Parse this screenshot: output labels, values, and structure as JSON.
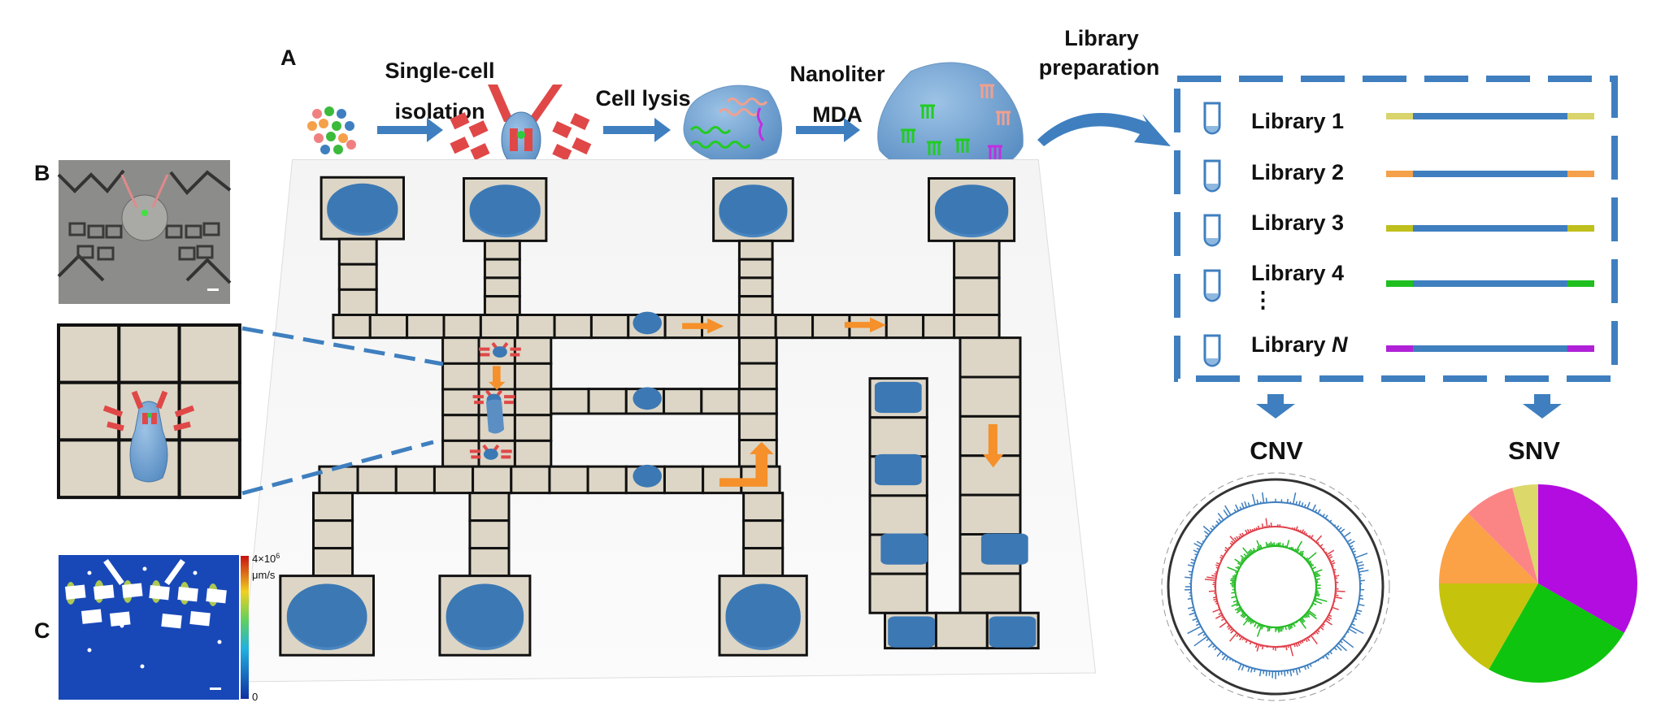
{
  "panels": {
    "a": "A",
    "b": "B",
    "c": "C"
  },
  "workflow": {
    "step1_line1": "Single-cell",
    "step1_line2": "isolation",
    "step2": "Cell lysis",
    "step3_line1": "Nanoliter",
    "step3_line2": "MDA",
    "step4_line1": "Library",
    "step4_line2": "preparation"
  },
  "libraries": [
    {
      "label": "Library 1",
      "end_color": "#d9d46c"
    },
    {
      "label": "Library 2",
      "end_color": "#f5a04a"
    },
    {
      "label": "Library 3",
      "end_color": "#bfbf1e"
    },
    {
      "label": "Library 4",
      "end_color": "#1fbf1f"
    },
    {
      "label_prefix": "Library ",
      "label_italic": "N",
      "end_color": "#b021d8"
    }
  ],
  "ellipsis": "⋮",
  "analysis": {
    "cnv": "CNV",
    "snv": "SNV"
  },
  "colorbar": {
    "max_base": "4×10",
    "max_exp": "6",
    "unit": "μm/s",
    "min": "0"
  },
  "snv_pie": [
    {
      "fraction": 0.333,
      "color": "#b20ce0"
    },
    {
      "fraction": 0.25,
      "color": "#0fc40f"
    },
    {
      "fraction": 0.167,
      "color": "#c6c30c"
    },
    {
      "fraction": 0.125,
      "color": "#fba146"
    },
    {
      "fraction": 0.083,
      "color": "#fb8585"
    },
    {
      "fraction": 0.042,
      "color": "#dcd86a"
    }
  ],
  "colors": {
    "accent_blue": "#3f7fbf",
    "channel": "#ddd6c6",
    "arrow": "#f5902a",
    "trap": "#e04848"
  }
}
